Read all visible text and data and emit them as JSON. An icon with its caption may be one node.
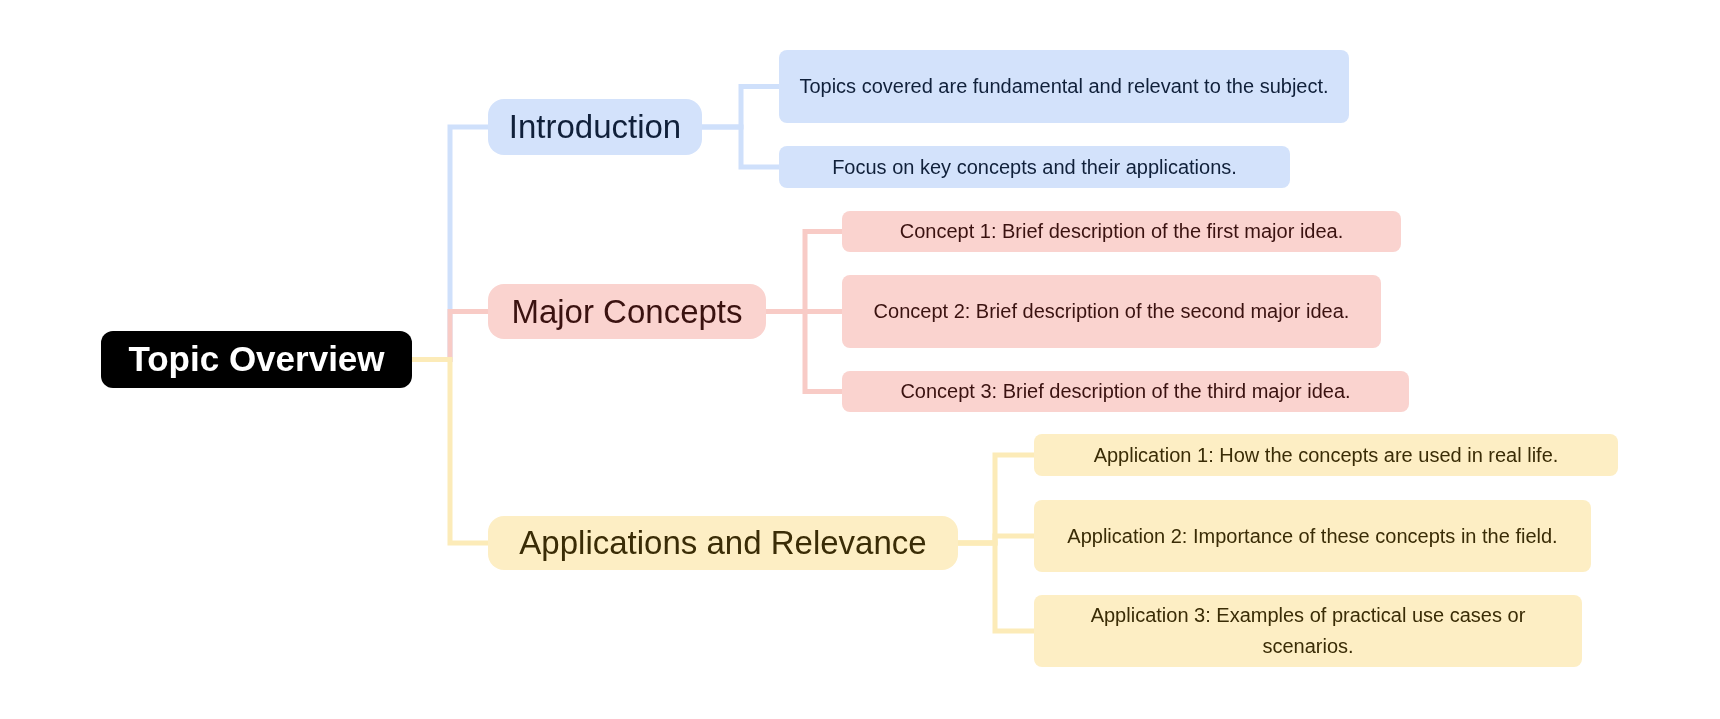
{
  "diagram": {
    "nodes": [
      {
        "text": [
          "Topic Overview"
        ]
      },
      {
        "text": [
          "Introduction"
        ]
      },
      {
        "text": [
          "Topics covered are fundamental and relevant to the subject."
        ]
      },
      {
        "text": [
          "Focus on key concepts and their applications."
        ]
      },
      {
        "text": [
          "Major Concepts"
        ]
      },
      {
        "text": [
          "Concept 1: Brief description of the first major idea."
        ]
      },
      {
        "text": [
          "Concept 2: Brief description of the second major idea."
        ]
      },
      {
        "text": [
          "Concept 3: Brief description of the third major idea."
        ]
      },
      {
        "text": [
          "Applications and Relevance"
        ]
      },
      {
        "text": [
          "Application 1: How the concepts are used in real life."
        ]
      },
      {
        "text": [
          "Application 2: Importance of these concepts in the field."
        ]
      },
      {
        "text": [
          "Application 3: Examples of practical use cases or scenarios."
        ]
      }
    ],
    "edges": [
      {
        "from": 0,
        "to": 1,
        "arrow": "none",
        "color": "#cfe0fb"
      },
      {
        "from": 1,
        "to": 2,
        "arrow": "none",
        "color": "#cfe0fb"
      },
      {
        "from": 1,
        "to": 3,
        "arrow": "none",
        "color": "#cfe0fb"
      },
      {
        "from": 0,
        "to": 4,
        "arrow": "none",
        "color": "#f8cbc6"
      },
      {
        "from": 4,
        "to": 5,
        "arrow": "none",
        "color": "#f8cbc6"
      },
      {
        "from": 4,
        "to": 6,
        "arrow": "none",
        "color": "#f8cbc6"
      },
      {
        "from": 4,
        "to": 7,
        "arrow": "none",
        "color": "#f8cbc6"
      },
      {
        "from": 0,
        "to": 8,
        "arrow": "none",
        "color": "#fcebb8"
      },
      {
        "from": 8,
        "to": 9,
        "arrow": "none",
        "color": "#fcebb8"
      },
      {
        "from": 8,
        "to": 10,
        "arrow": "none",
        "color": "#fcebb8"
      },
      {
        "from": 8,
        "to": 11,
        "arrow": "none",
        "color": "#fcebb8"
      }
    ]
  }
}
